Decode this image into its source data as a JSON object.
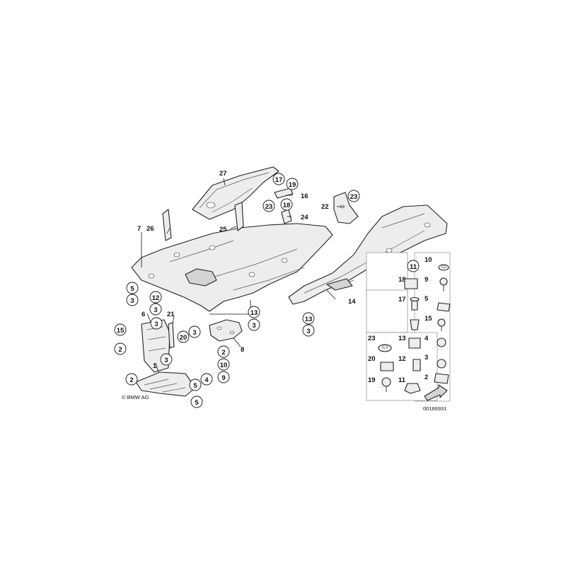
{
  "diagram": {
    "copyright": "© BMW AG",
    "image_number": "00166931",
    "callouts": {
      "c1": "1",
      "c2a": "2",
      "c2b": "2",
      "c2c": "2",
      "c2d": "2",
      "c3a": "3",
      "c3b": "3",
      "c3c": "3",
      "c3d": "3",
      "c3e": "3",
      "c3f": "3",
      "c3g": "3",
      "c3h": "3",
      "c4": "4",
      "c5a": "5",
      "c5b": "5",
      "c5c": "5",
      "c6": "6",
      "c7": "7",
      "c8": "8",
      "c9": "9",
      "c10": "10",
      "c12": "12",
      "c13a": "13",
      "c13b": "13",
      "c13c": "13",
      "c14": "14",
      "c15": "15",
      "c16": "16",
      "c17": "17",
      "c18": "18",
      "c19": "19",
      "c20": "20",
      "c21": "21",
      "c22": "22",
      "c23a": "23",
      "c23b": "23",
      "c24": "24",
      "c25": "25",
      "c26": "26",
      "c27": "27"
    },
    "hardware_grid": {
      "r1l": "11",
      "r1r": "10",
      "r2l": "18",
      "r2r": "9",
      "r3r": "5",
      "r4l": "17",
      "r4r": "15",
      "r5r": "4",
      "r6l": "13",
      "r6r": "3",
      "r7l": "23",
      "r8l": "20",
      "r8m": "12",
      "r8r": "2",
      "r9l": "19",
      "r9m": "11"
    }
  }
}
